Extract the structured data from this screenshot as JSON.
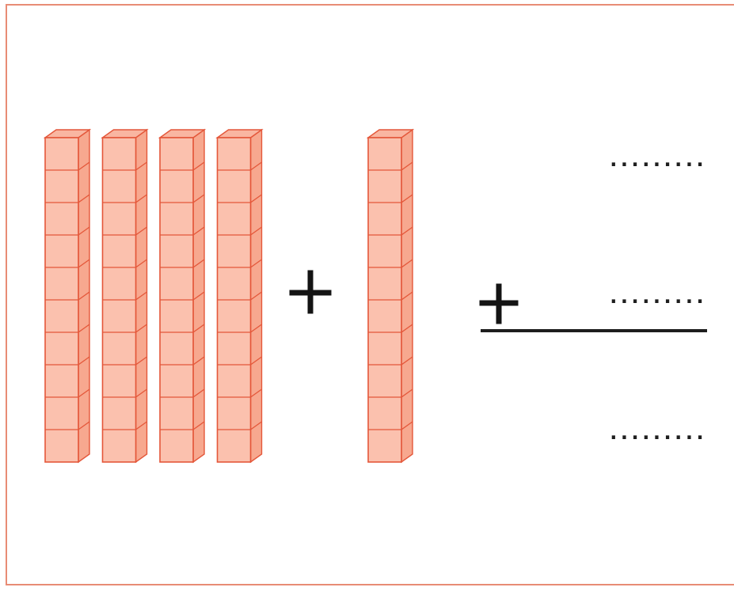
{
  "colors": {
    "rod_face": "#fbc1ae",
    "rod_side": "#f7a88f",
    "rod_top": "#f9b6a1",
    "rod_edge": "#e4573a",
    "frame": "#e88c75",
    "ink": "#141414"
  },
  "left_group": {
    "rod_count": 4,
    "cubes_per_rod": 10
  },
  "operator_middle": "+",
  "right_group": {
    "rod_count": 1,
    "cubes_per_rod": 10
  },
  "column_addition": {
    "operator": "+",
    "blanks": [
      ".........",
      ".........",
      "........."
    ]
  }
}
